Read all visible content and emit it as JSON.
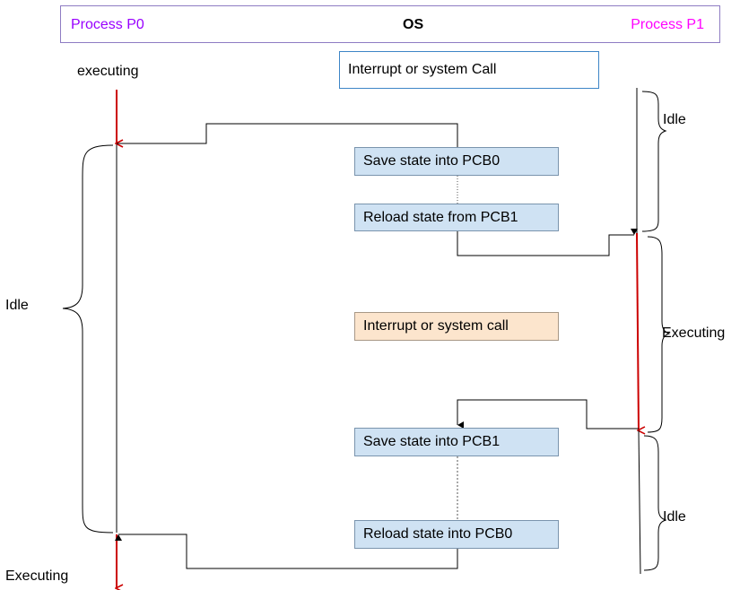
{
  "header": {
    "process_p0": "Process P0",
    "os": "OS",
    "process_p1": "Process P1"
  },
  "labels": {
    "executing_top_left": "executing",
    "idle_left": "Idle",
    "executing_bottom_left": "Executing",
    "idle_right_top": "Idle",
    "executing_right": "Executing",
    "idle_right_bottom": "Idle"
  },
  "boxes": {
    "interrupt_top": "Interrupt or system Call",
    "save_pcb0": "Save state into PCB0",
    "reload_pcb1": "Reload state from PCB1",
    "interrupt_mid": "Interrupt or system call",
    "save_pcb1": "Save state into PCB1",
    "reload_pcb0": "Reload state into PCB0"
  },
  "colors": {
    "process_p0_text": "#9900ff",
    "process_p1_text": "#ff00ff",
    "executing_arrow": "#cc0000",
    "state_box_fill": "#cfe2f3",
    "interrupt_box_fill": "#fce5cd",
    "header_border": "#8e7cc3"
  }
}
